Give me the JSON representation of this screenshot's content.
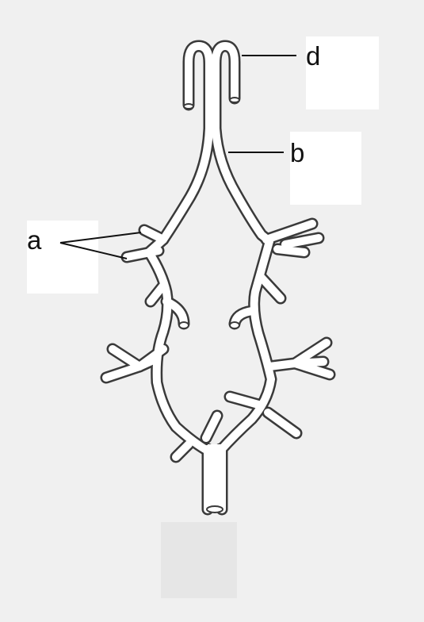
{
  "diagram": {
    "labels": {
      "a": "a",
      "b": "b",
      "d": "d"
    },
    "colors": {
      "background": "#f0f0f0",
      "label_box": "#ffffff",
      "outline": "#3a3a3a",
      "vessel_fill": "#ffffff",
      "leader_line": "#111111"
    }
  }
}
